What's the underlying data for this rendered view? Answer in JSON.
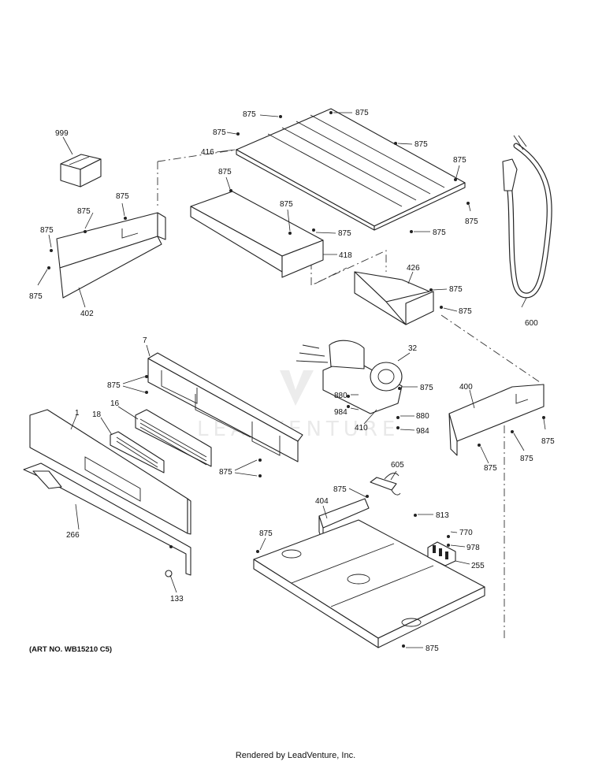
{
  "diagram": {
    "watermark_text": "LEADVENTURE",
    "art_number": "(ART NO. WB15210 C5)",
    "footer": "Rendered by LeadVenture, Inc.",
    "callouts": {
      "p999": "999",
      "p875": "875",
      "p416": "416",
      "p418": "418",
      "p402": "402",
      "p426": "426",
      "p600": "600",
      "p7": "7",
      "p32": "32",
      "p880": "880",
      "p984": "984",
      "p410": "410",
      "p400": "400",
      "p1": "1",
      "p18": "18",
      "p16": "16",
      "p266": "266",
      "p133": "133",
      "p605": "605",
      "p404": "404",
      "p813": "813",
      "p770": "770",
      "p978": "978",
      "p255": "255"
    }
  }
}
